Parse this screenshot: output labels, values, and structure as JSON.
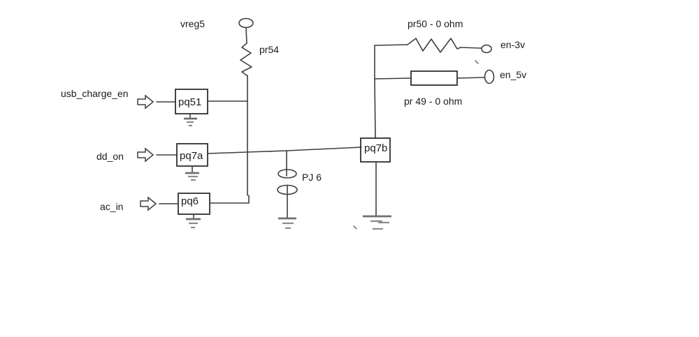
{
  "schematic": {
    "type": "circuit-diagram",
    "background_color": "#ffffff",
    "line_color": "#3e3e3e",
    "text_color": "#1b1b1b",
    "power_rail": {
      "terminal_label": "vreg5",
      "resistor_label": "pr54"
    },
    "inputs": [
      {
        "signal": "usb_charge_en",
        "component": "pq51"
      },
      {
        "signal": "dd_on",
        "component": "pq7a"
      },
      {
        "signal": "ac_in",
        "component": "pq6"
      }
    ],
    "connector": {
      "label": "PJ 6"
    },
    "pass_transistor": {
      "label": "pq7b"
    },
    "outputs": [
      {
        "resistor_label": "pr50 - 0 ohm",
        "terminal_label": "en-3v",
        "resistor_style": "zigzag"
      },
      {
        "resistor_label": "pr 49 - 0 ohm",
        "terminal_label": "en_5v",
        "resistor_style": "box"
      }
    ]
  }
}
